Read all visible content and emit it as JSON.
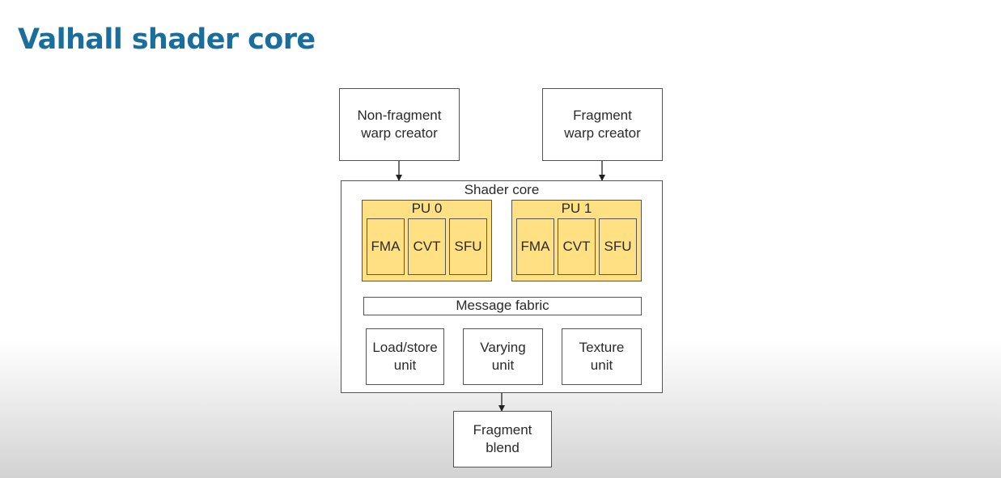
{
  "slide": {
    "title": "Valhall shader core"
  },
  "diagram": {
    "top_boxes": {
      "non_fragment": [
        "Non-fragment",
        "warp creator"
      ],
      "fragment": [
        "Fragment",
        "warp creator"
      ]
    },
    "shader_core": {
      "label": "Shader core",
      "processing_units": [
        {
          "label": "PU 0",
          "units": [
            "FMA",
            "CVT",
            "SFU"
          ]
        },
        {
          "label": "PU 1",
          "units": [
            "FMA",
            "CVT",
            "SFU"
          ]
        }
      ],
      "message_fabric": "Message fabric",
      "bottom_units": {
        "load_store": [
          "Load/store",
          "unit"
        ],
        "varying": [
          "Varying",
          "unit"
        ],
        "texture": [
          "Texture",
          "unit"
        ]
      }
    },
    "output_box": [
      "Fragment",
      "blend"
    ],
    "colors": {
      "title": "#1a6e9c",
      "pu_fill": "#ffe082",
      "border": "#555555"
    }
  }
}
